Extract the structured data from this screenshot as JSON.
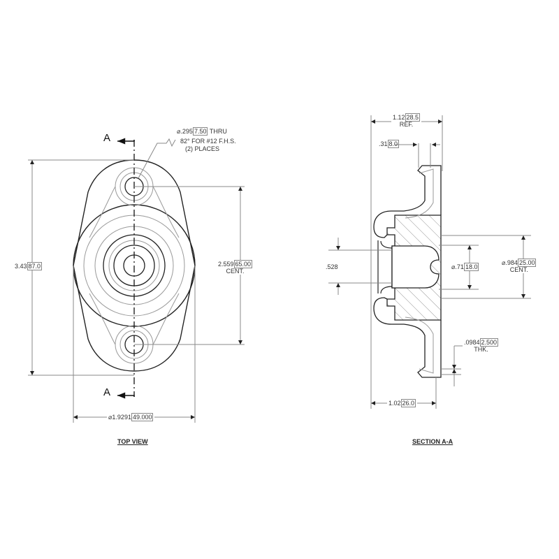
{
  "drawing": {
    "top_view": {
      "title": "TOP VIEW",
      "section_marker_top": "A",
      "section_marker_bottom": "A",
      "hole_callout": {
        "diameter_symbol": "⌀",
        "line1_in": ".295",
        "line1_mm": "7.50",
        "line1_suffix": "THRU",
        "line2": "82° FOR #12 F.H.S.",
        "line3": "(2) PLACES"
      },
      "overall_height": {
        "in": "3.43",
        "mm": "87.0"
      },
      "hole_spacing": {
        "in": "2.559",
        "mm": "65.00",
        "note": "CENT."
      },
      "diameter": {
        "symbol": "⌀",
        "in": "1.9291",
        "mm": "49.000"
      }
    },
    "section_view": {
      "title": "SECTION A-A",
      "overall_width": {
        "in": "1.12",
        "mm": "28.5",
        "note": "REF."
      },
      "flange_offset": {
        "in": ".31",
        "mm": "8.0"
      },
      "bore_depth": {
        "in": ".528"
      },
      "bore_diameter": {
        "symbol": "⌀",
        "in": ".71",
        "mm": "18.0"
      },
      "boss_diameter": {
        "symbol": "⌀",
        "in": ".984",
        "mm": "25.00",
        "note": "CENT."
      },
      "thickness": {
        "in": ".0984",
        "mm": "2.500",
        "note": "THK."
      },
      "body_width": {
        "in": "1.02",
        "mm": "26.0"
      }
    },
    "colors": {
      "line": "#222222",
      "thin_line": "#888888",
      "hatch": "#999999",
      "background": "#ffffff"
    }
  }
}
